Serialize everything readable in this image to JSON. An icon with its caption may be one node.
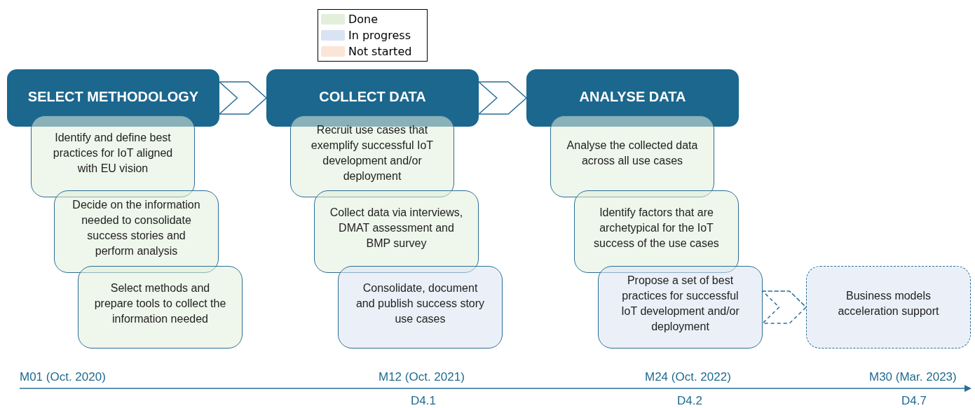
{
  "diagram": {
    "nodes": [
      {
        "text": [
          "SELECT METHODOLOGY"
        ]
      },
      {
        "text": [
          "Identify and define best practices for IoT aligned with EU vision"
        ]
      },
      {
        "text": [
          "Decide on the information needed to consolidate success stories and perform analysis"
        ]
      },
      {
        "text": [
          "Select methods and prepare tools to collect the information needed"
        ]
      },
      {
        "text": [
          "COLLECT DATA"
        ]
      },
      {
        "text": [
          "Recruit use cases that exemplify successful IoT development and/or deployment"
        ]
      },
      {
        "text": [
          "Collect data via interviews, DMAT assessment and BMP survey"
        ]
      },
      {
        "text": [
          "Consolidate, document and publish success story use cases"
        ]
      },
      {
        "text": [
          "ANALYSE DATA"
        ]
      },
      {
        "text": [
          "Analyse the collected data across all use cases"
        ]
      },
      {
        "text": [
          "Identify factors that are archetypical for the IoT success of the use cases"
        ]
      },
      {
        "text": [
          "Propose a set of best practices for successful IoT development and/or deployment"
        ]
      },
      {
        "text": [
          "Business models acceleration support"
        ]
      }
    ],
    "edges": [
      {
        "from": 0,
        "to": 4,
        "arrow": "to"
      },
      {
        "from": 4,
        "to": 8,
        "arrow": "to"
      },
      {
        "from": 11,
        "to": 12,
        "arrow": "to",
        "style": "dashed"
      }
    ],
    "labels": [
      "M01 (Oct. 2020)",
      "M12 (Oct. 2021)",
      "M24 (Oct. 2022)",
      "M30 (Mar. 2023)",
      "D4.1",
      "D4.2",
      "D4.7"
    ],
    "legend": [
      {
        "text": "Done",
        "color": "#e2efda"
      },
      {
        "text": "In progress",
        "color": "#dae3f3"
      },
      {
        "text": "Not started",
        "color": "#fbe5d6"
      }
    ]
  }
}
